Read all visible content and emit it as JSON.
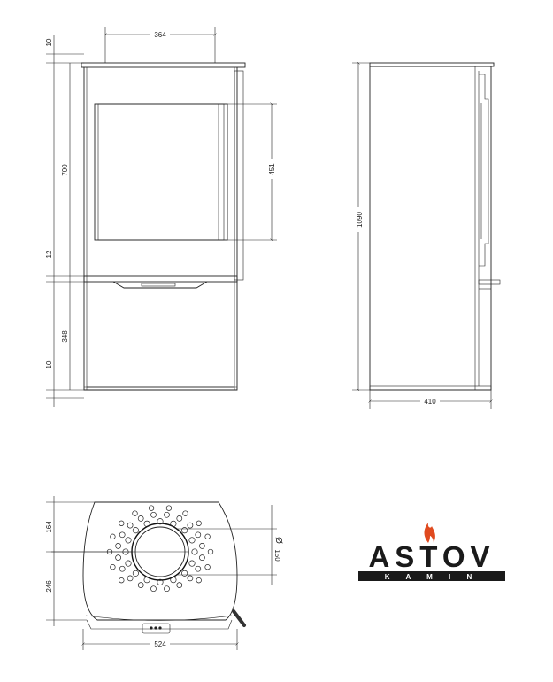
{
  "dimensions": {
    "front_width": "364",
    "top_gap": "10",
    "upper_height": "700",
    "glass_height": "451",
    "shelf_gap": "12",
    "lower_height": "348",
    "bottom_gap": "10",
    "total_height": "1090",
    "depth": "410",
    "top_rear_depth": "164",
    "top_front_depth": "246",
    "top_width": "524",
    "flue_diameter": "150"
  },
  "symbols": {
    "diameter": "Ø"
  },
  "logo": {
    "brand": "ASTOV",
    "subtitle": "K A M I N",
    "flame_icon": "flame-icon",
    "flame_color": "#e04a1f",
    "text_color": "#1a1a1a"
  }
}
